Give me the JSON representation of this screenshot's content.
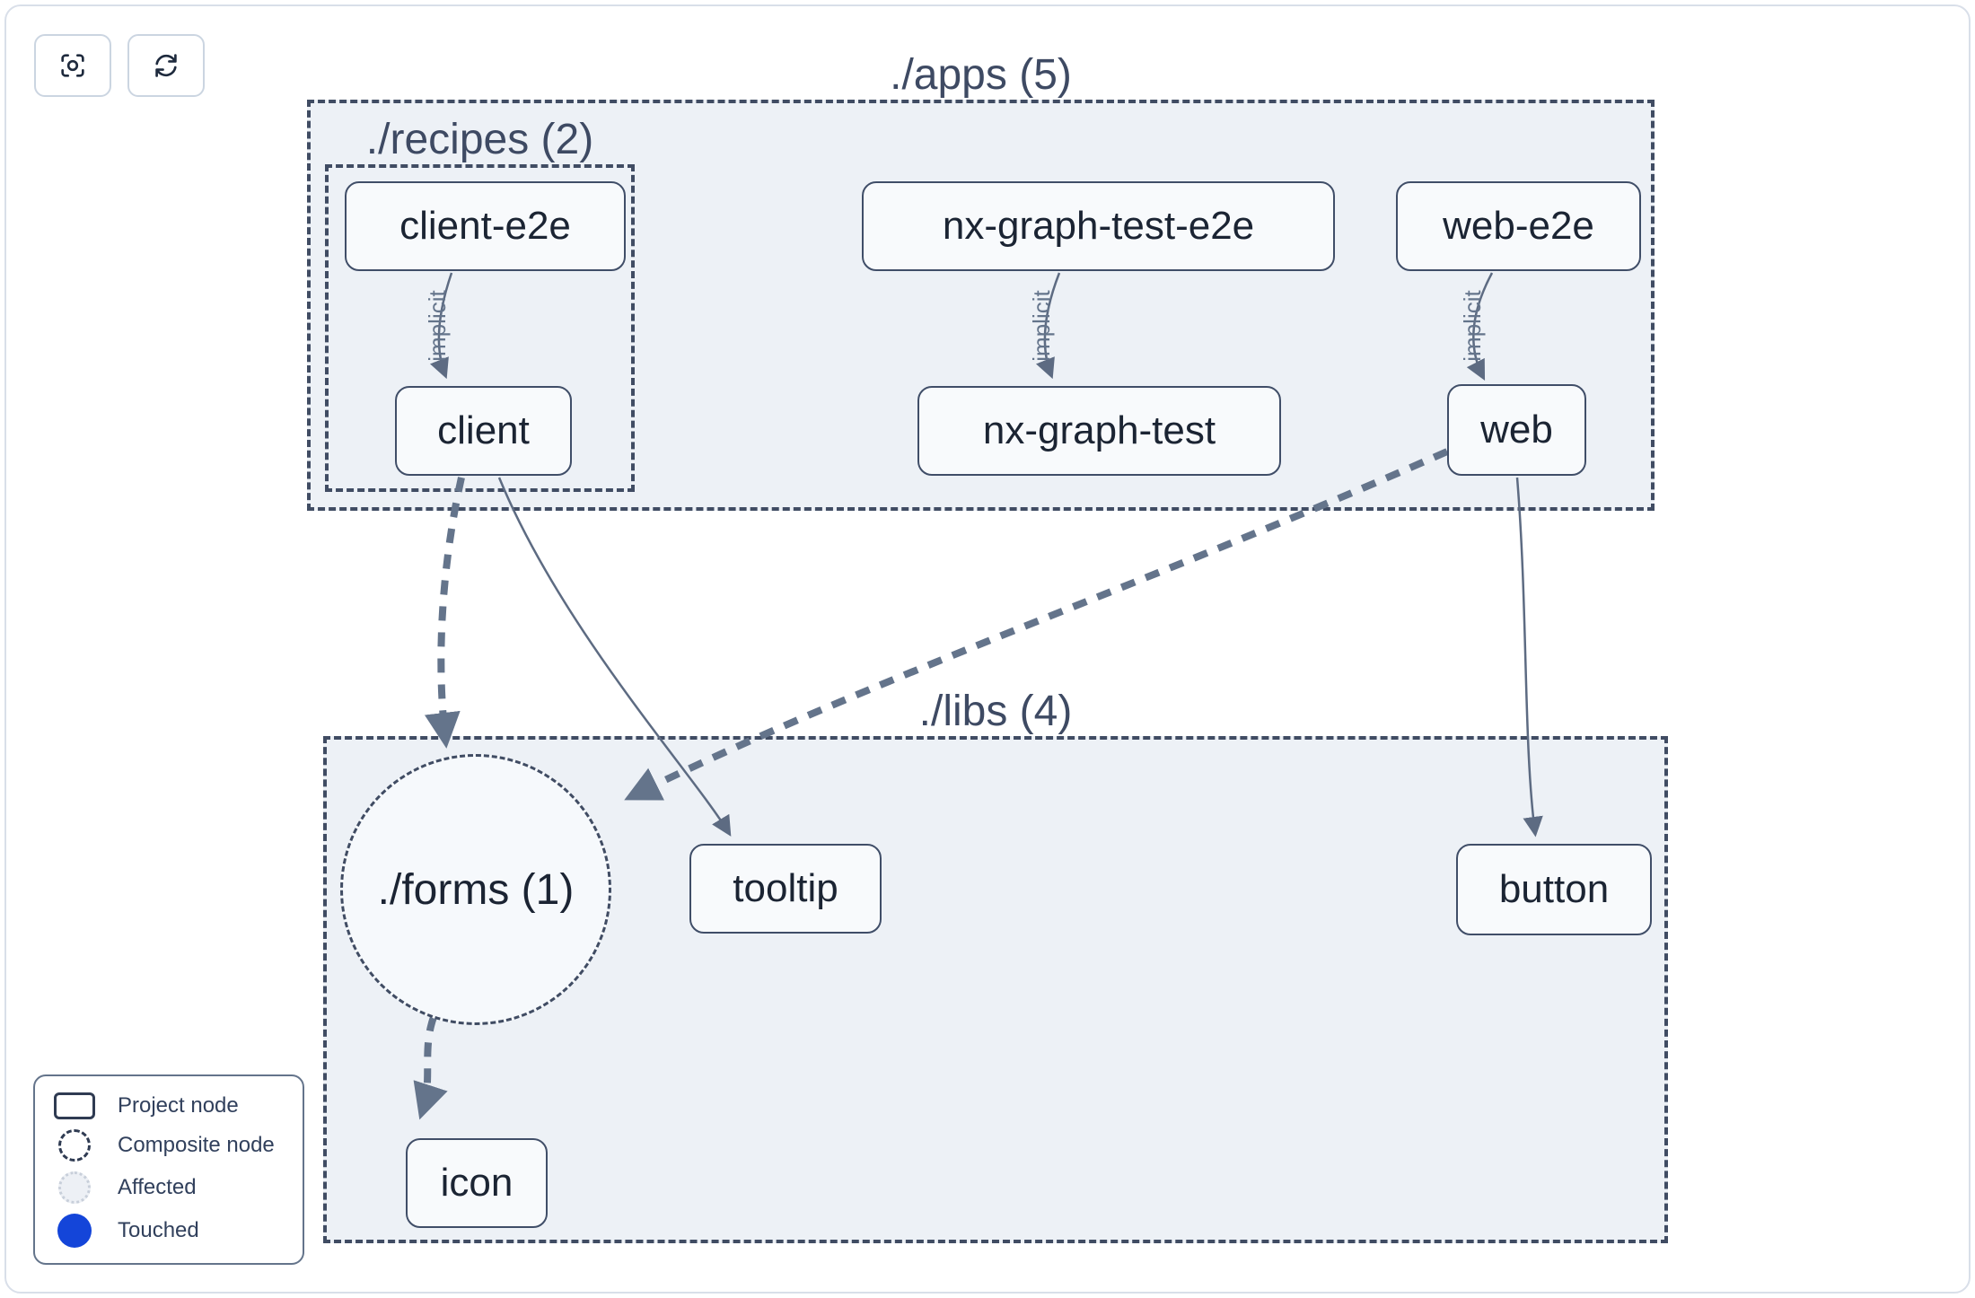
{
  "toolbar": {
    "buttons": [
      {
        "name": "focus",
        "icon": "focus-icon"
      },
      {
        "name": "refresh",
        "icon": "refresh-icon"
      }
    ]
  },
  "graph": {
    "clusters": [
      {
        "id": "apps",
        "label": "./apps (5)"
      },
      {
        "id": "recipes",
        "label": "./recipes (2)"
      },
      {
        "id": "libs",
        "label": "./libs (4)"
      }
    ],
    "composite": {
      "id": "forms",
      "label": "./forms (1)"
    },
    "nodes": [
      {
        "id": "client-e2e",
        "label": "client-e2e"
      },
      {
        "id": "nx-graph-test-e2e",
        "label": "nx-graph-test-e2e"
      },
      {
        "id": "web-e2e",
        "label": "web-e2e"
      },
      {
        "id": "client",
        "label": "client"
      },
      {
        "id": "nx-graph-test",
        "label": "nx-graph-test"
      },
      {
        "id": "web",
        "label": "web"
      },
      {
        "id": "tooltip",
        "label": "tooltip"
      },
      {
        "id": "button",
        "label": "button"
      },
      {
        "id": "icon",
        "label": "icon"
      }
    ],
    "edges": [
      {
        "from": "client-e2e",
        "to": "client",
        "type": "implicit",
        "label": "implicit"
      },
      {
        "from": "nx-graph-test-e2e",
        "to": "nx-graph-test",
        "type": "implicit",
        "label": "implicit"
      },
      {
        "from": "web-e2e",
        "to": "web",
        "type": "implicit",
        "label": "implicit"
      },
      {
        "from": "client",
        "to": "./forms (1)",
        "type": "dashed",
        "label": ""
      },
      {
        "from": "client",
        "to": "tooltip",
        "type": "static",
        "label": ""
      },
      {
        "from": "web",
        "to": "./forms (1)",
        "type": "dashed",
        "label": ""
      },
      {
        "from": "web",
        "to": "button",
        "type": "static",
        "label": ""
      },
      {
        "from": "./forms (1)",
        "to": "icon",
        "type": "dashed",
        "label": ""
      }
    ]
  },
  "legend": {
    "items": [
      {
        "swatch": "project-node",
        "label": "Project node"
      },
      {
        "swatch": "composite-node",
        "label": "Composite node"
      },
      {
        "swatch": "affected",
        "label": "Affected"
      },
      {
        "swatch": "touched",
        "label": "Touched"
      }
    ]
  },
  "colors": {
    "touched": "#1445d9",
    "affected_fill": "#edf0f5",
    "container_fill": "#edf1f6",
    "node_border": "#404e68",
    "dash_border": "#404c63",
    "edge": "#64748b"
  }
}
